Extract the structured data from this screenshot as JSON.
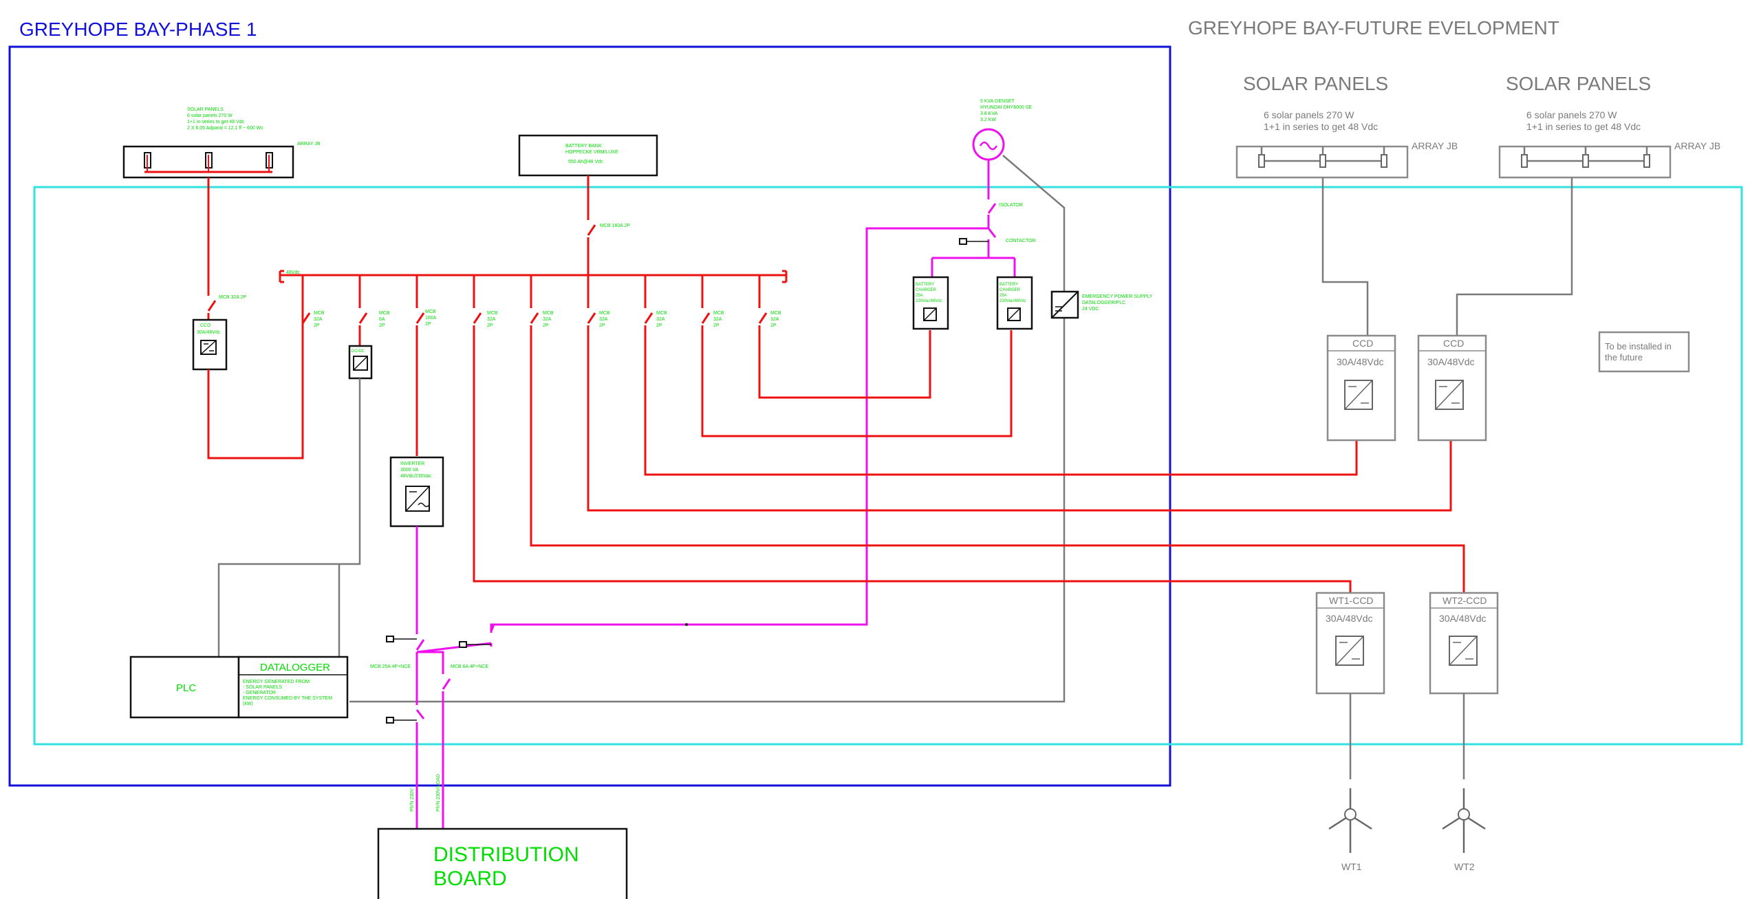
{
  "phase1": {
    "title": "GREYHOPE BAY-PHASE 1",
    "solar": {
      "lines": [
        "SOLAR PANELS",
        "6 solar panels 270 W",
        "1+1 in series to get 48 Vdc",
        "2 X 6.05 Adparal = 12.1 ff ~ 600 Wc"
      ],
      "array_jb": "ARRAY JB"
    },
    "battery": {
      "lines": [
        "BATTERY BANK",
        "HOPPECKE VRM/LUXE",
        "550 Ah@48 Vdc"
      ],
      "mcb": "MCB 160A 2P"
    },
    "genset": {
      "lines": [
        "5 KVA GENSET",
        "HYUNDAI DHY6000 SE",
        "3.8 KVA",
        "3.2 KW"
      ],
      "isolator": "ISOLATOR",
      "contactor": "CONTACTOR"
    },
    "ccd": {
      "mcb": "MCB 32A 2P",
      "lines": [
        "CCD",
        "30A/48Vdc"
      ]
    },
    "busbar": "48Vdc",
    "mcbs": [
      {
        "lines": [
          "MCB",
          "32A",
          "2P"
        ]
      },
      {
        "lines": [
          "MCB",
          "6A",
          "2P"
        ]
      },
      {
        "lines": [
          "MCB",
          "160A",
          "2P"
        ]
      },
      {
        "lines": [
          "MCB",
          "32A",
          "2P"
        ]
      },
      {
        "lines": [
          "MCB",
          "32A",
          "2P"
        ]
      },
      {
        "lines": [
          "MCB",
          "32A",
          "2P"
        ]
      },
      {
        "lines": [
          "MCB",
          "32A",
          "2P"
        ]
      },
      {
        "lines": [
          "MCB",
          "32A",
          "2P"
        ]
      },
      {
        "lines": [
          "MCB",
          "32A",
          "2P"
        ]
      }
    ],
    "dcdc": "DC/DC",
    "charger1": [
      "BATTERY",
      "CHARGER",
      "25A",
      "230Vac/48Vdc"
    ],
    "charger2": [
      "BATTERY",
      "CHARGER",
      "25A",
      "230Vac/48Vdc"
    ],
    "eps": [
      "EMERGENCY POWER SUPPLY",
      "DATALOGGER/PLC",
      "24 VDC"
    ],
    "inverter": [
      "INVERTER",
      "3000 VA",
      "48Vdc/230Vac"
    ],
    "plc": "PLC",
    "datalogger": {
      "title": "DATALOGGER",
      "lines": [
        "ENERGY GENERATED FROM:",
        "- SOLAR PANELS",
        "- GENERATOR",
        "ENERGY CONSUMED BY THE SYSTEM",
        "(kW)"
      ]
    },
    "mcb_out1": "MCB 25A 4P+NCE",
    "mcb_out2": "MCB 6A 4P+NCE",
    "out_label1": "Ph/N 230V",
    "out_label2": "Ph/N 230V/LOAD",
    "distribution": [
      "DISTRIBUTION",
      "BOARD"
    ]
  },
  "future": {
    "title": "GREYHOPE BAY-FUTURE EVELOPMENT",
    "solar_left": {
      "title": "SOLAR PANELS",
      "lines": [
        "6 solar panels 270 W",
        "1+1 in series to get 48 Vdc"
      ],
      "jb": "ARRAY JB"
    },
    "solar_right": {
      "title": "SOLAR PANELS",
      "lines": [
        "6 solar panels 270 W",
        "1+1 in series to get 48 Vdc"
      ],
      "jb": "ARRAY JB"
    },
    "ccd1": {
      "title": "CCD",
      "spec": "30A/48Vdc"
    },
    "ccd2": {
      "title": "CCD",
      "spec": "30A/48Vdc"
    },
    "note": [
      "To be installed in",
      "the future"
    ],
    "wt1ccd": {
      "title": "WT1-CCD",
      "spec": "30A/48Vdc"
    },
    "wt2ccd": {
      "title": "WT2-CCD",
      "spec": "30A/48Vdc"
    },
    "wt1": "WT1",
    "wt2": "WT2"
  },
  "colors": {
    "phase1_frame": "#1010d8",
    "system_frame": "#33e0e0",
    "dc": "#ee1111",
    "ac": "#ee11ee",
    "signal": "#7a7a7a",
    "label": "#00dd00"
  }
}
